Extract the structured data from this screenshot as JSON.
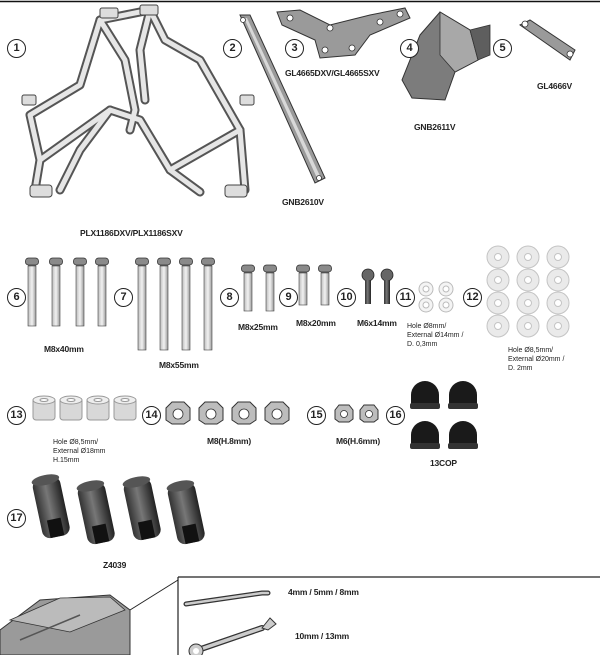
{
  "items": [
    {
      "num": "1",
      "code": "PLX1186DXV/PLX1186SXV"
    },
    {
      "num": "2",
      "code": "GNB2610V"
    },
    {
      "num": "3",
      "code": "GL4665DXV/GL4665SXV"
    },
    {
      "num": "4",
      "code": "GNB2611V"
    },
    {
      "num": "5",
      "code": "GL4666V"
    },
    {
      "num": "6",
      "code": "M8x40mm"
    },
    {
      "num": "7",
      "code": "M8x55mm"
    },
    {
      "num": "8",
      "code": "M8x25mm"
    },
    {
      "num": "9",
      "code": "M8x20mm"
    },
    {
      "num": "10",
      "code": "M6x14mm"
    },
    {
      "num": "11",
      "code": "",
      "desc": [
        "Hole Ø8mm/",
        "External Ø14mm /",
        "D. 0,3mm"
      ]
    },
    {
      "num": "12",
      "code": "",
      "desc": [
        "Hole Ø8,5mm/",
        "External Ø20mm /",
        "D. 2mm"
      ]
    },
    {
      "num": "13",
      "code": "",
      "desc": [
        "Hole Ø8,5mm/",
        "External Ø18mm",
        "H.15mm"
      ]
    },
    {
      "num": "14",
      "code": "M8(H.8mm)"
    },
    {
      "num": "15",
      "code": ""
    },
    {
      "num": "16",
      "code": "M6(H.6mm)"
    },
    {
      "num": "",
      "code": "13COP"
    },
    {
      "num": "17",
      "code": "Z4039"
    }
  ],
  "tools": [
    {
      "label": "4mm / 5mm  / 8mm",
      "icon": "hex-key-icon"
    },
    {
      "label": "10mm / 13mm",
      "icon": "combination-wrench-icon"
    }
  ]
}
